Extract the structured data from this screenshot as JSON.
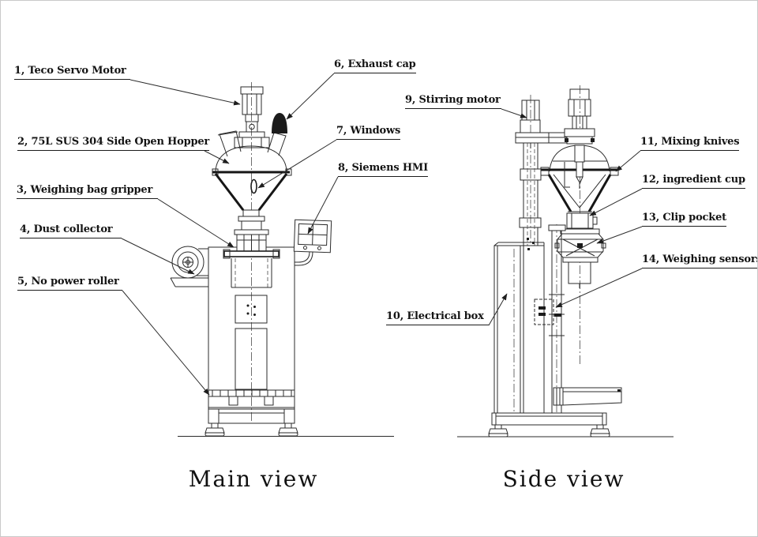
{
  "drawing": {
    "background": "#ffffff",
    "line_color": "#222222",
    "views": [
      {
        "caption": "Main view"
      },
      {
        "caption": "Side view"
      }
    ],
    "labels": [
      {
        "id": 1,
        "text": "1, Teco Servo Motor"
      },
      {
        "id": 2,
        "text": "2, 75L SUS 304 Side Open Hopper"
      },
      {
        "id": 3,
        "text": "3, Weighing bag gripper"
      },
      {
        "id": 4,
        "text": "4, Dust collector"
      },
      {
        "id": 5,
        "text": "5, No power roller"
      },
      {
        "id": 6,
        "text": "6, Exhaust cap"
      },
      {
        "id": 7,
        "text": "7, Windows"
      },
      {
        "id": 8,
        "text": "8, Siemens HMI"
      },
      {
        "id": 9,
        "text": "9, Stirring motor"
      },
      {
        "id": 10,
        "text": "10, Electrical box"
      },
      {
        "id": 11,
        "text": "11, Mixing knives"
      },
      {
        "id": 12,
        "text": "12, ingredient cup"
      },
      {
        "id": 13,
        "text": "13, Clip pocket"
      },
      {
        "id": 14,
        "text": "14, Weighing sensors"
      }
    ]
  }
}
